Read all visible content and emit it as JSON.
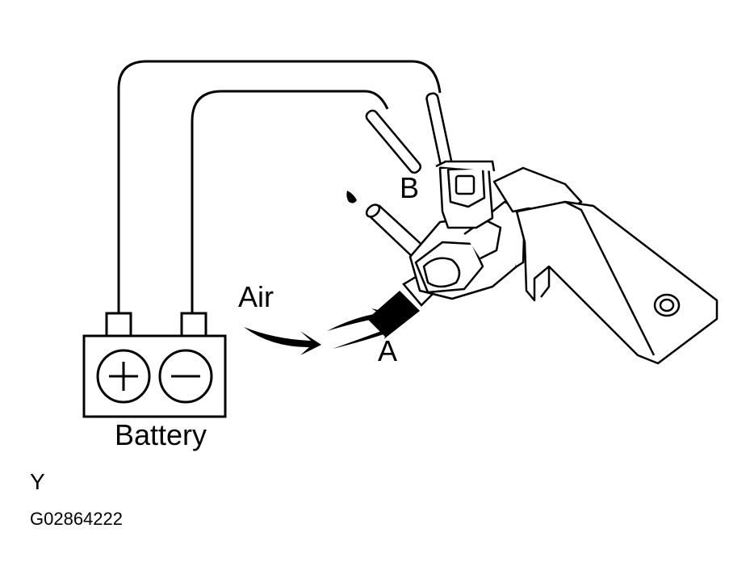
{
  "labels": {
    "battery": "Battery",
    "air": "Air",
    "port_a": "A",
    "port_b": "B",
    "view_marker": "Y",
    "figure_code": "G02864222"
  },
  "battery_terminals": {
    "positive_symbol": "+",
    "negative_symbol": "−"
  },
  "colors": {
    "line": "#000000",
    "background": "#ffffff"
  }
}
